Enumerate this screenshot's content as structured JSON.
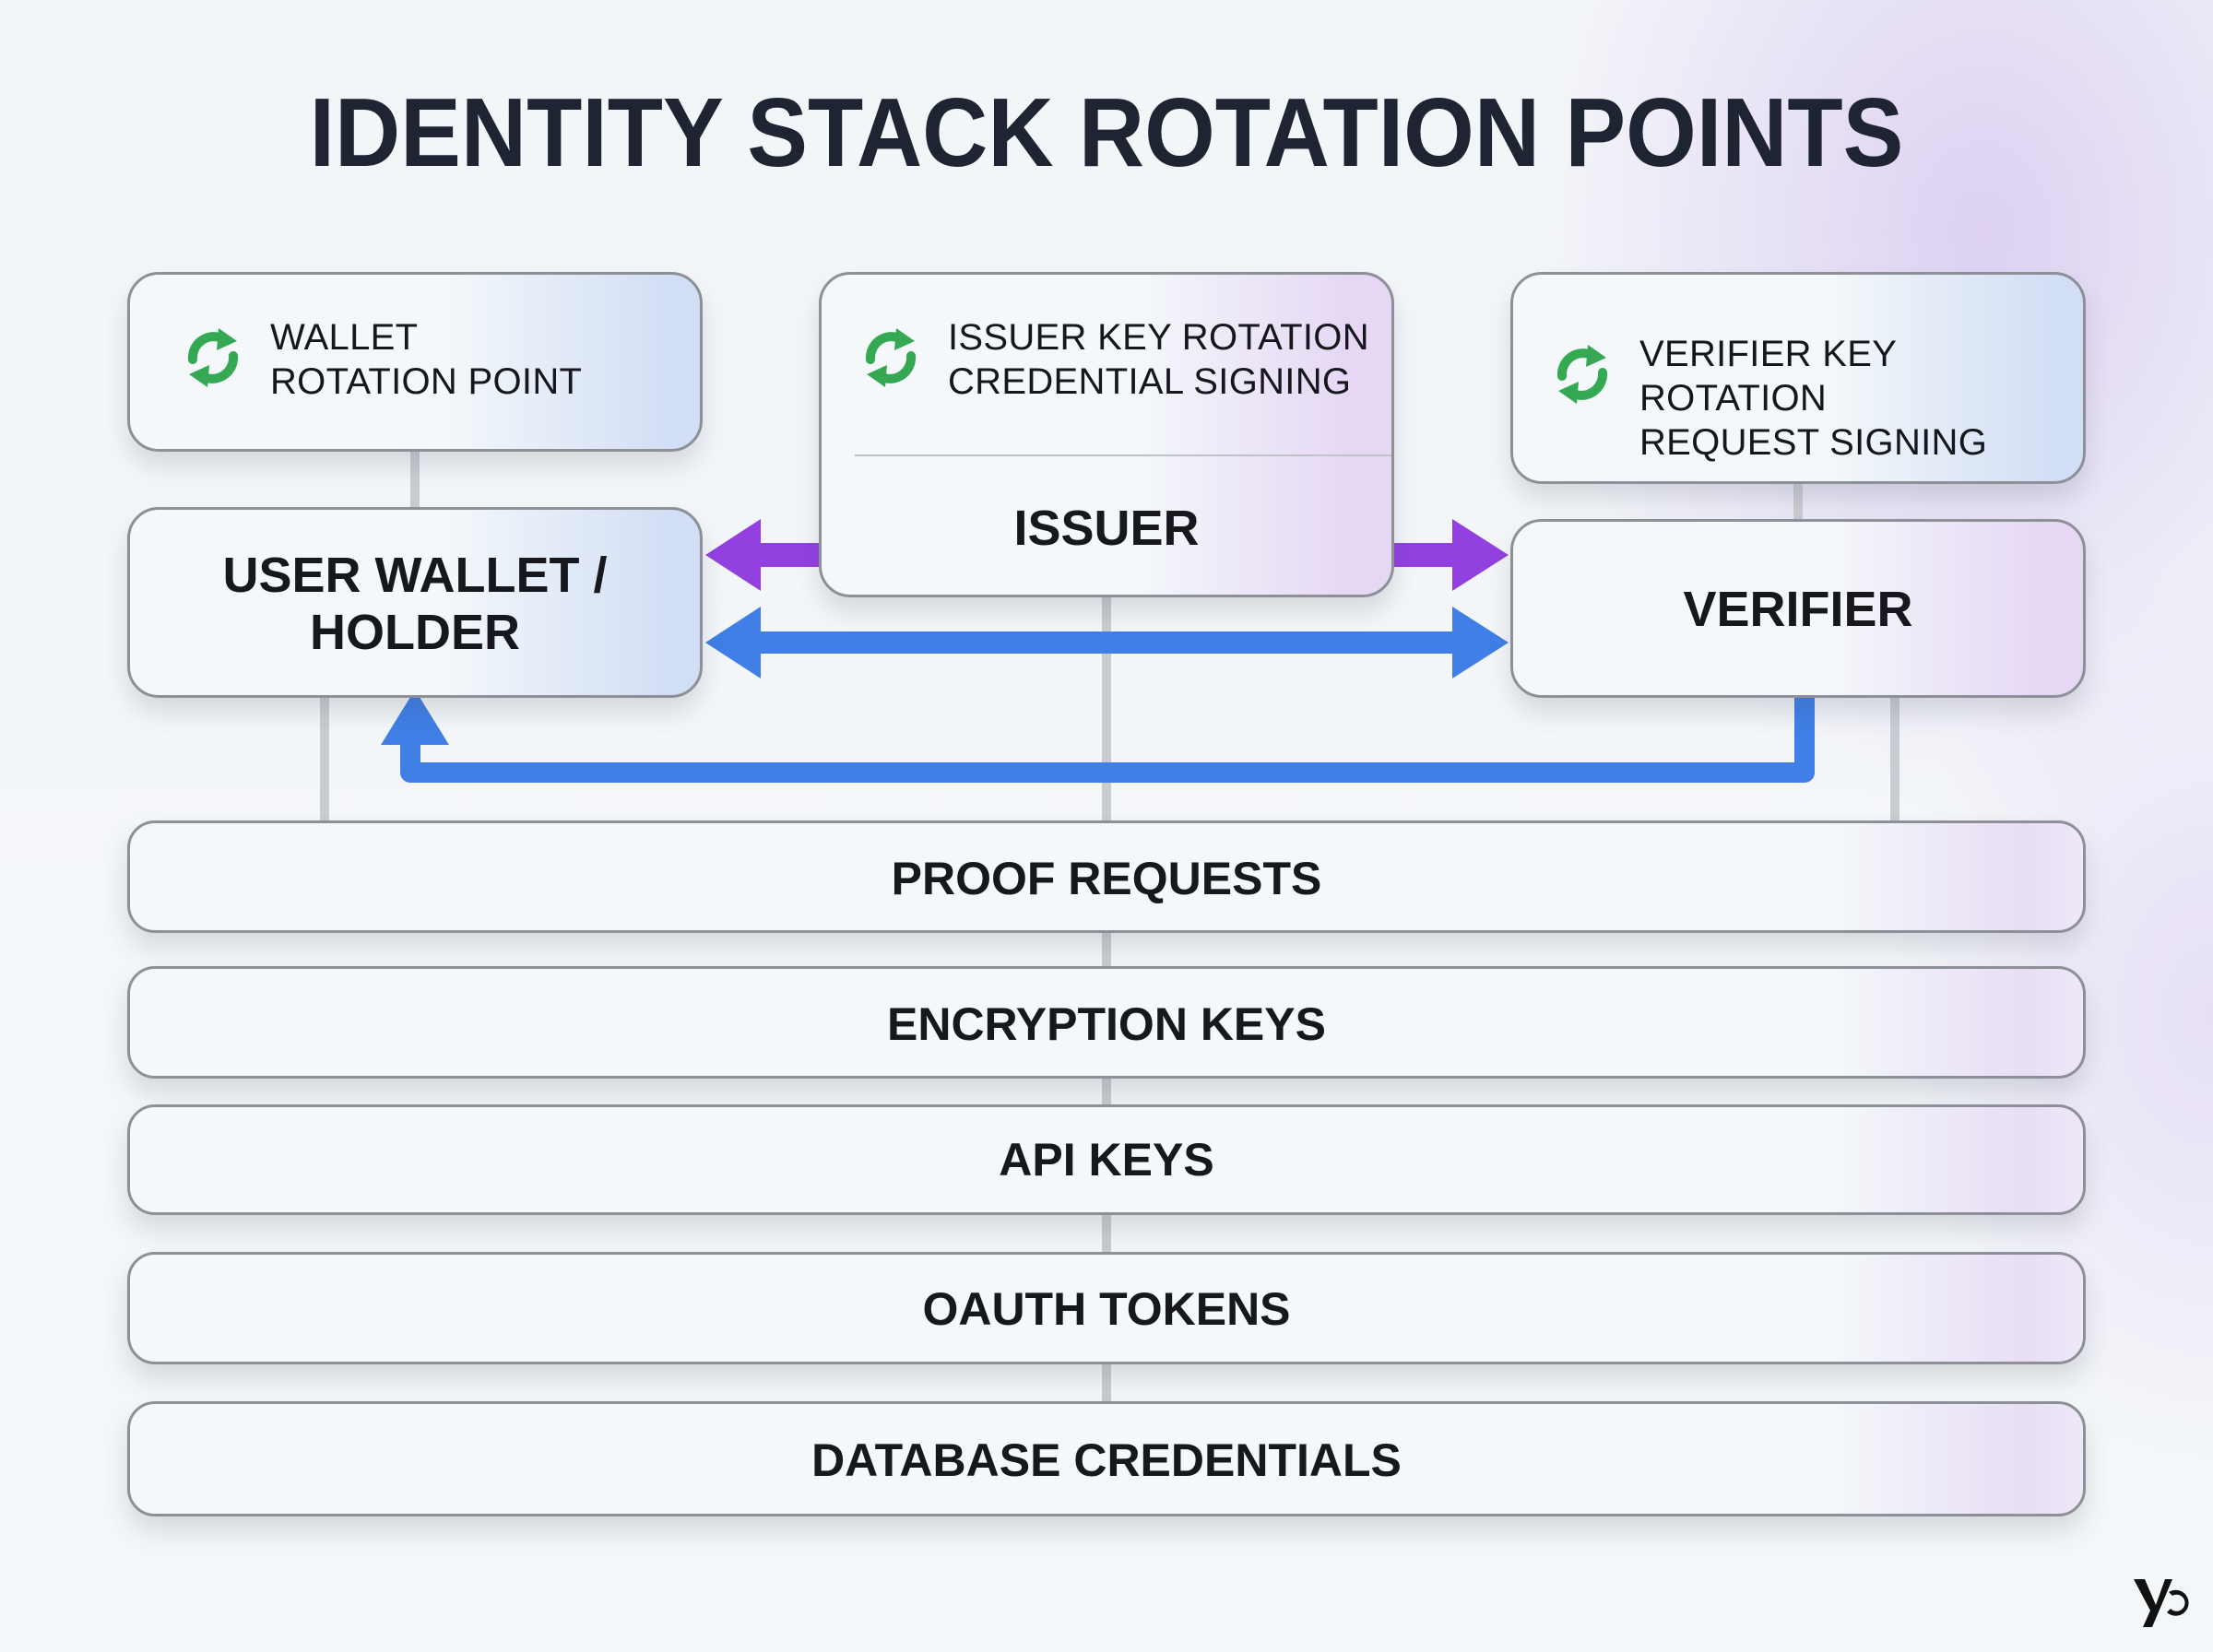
{
  "title": "IDENTITY STACK ROTATION POINTS",
  "rotation_points": {
    "wallet": {
      "icon": "refresh-icon",
      "line1": "WALLET",
      "line2": "ROTATION POINT"
    },
    "issuer": {
      "icon": "refresh-icon",
      "line1": "ISSUER KEY ROTATION",
      "line2": "CREDENTIAL SIGNING"
    },
    "verifier": {
      "icon": "refresh-icon",
      "line1": "VERIFIER KEY ROTATION",
      "line2": "REQUEST SIGNING"
    }
  },
  "nodes": {
    "holder": {
      "line1": "USER WALLET /",
      "line2": "HOLDER"
    },
    "issuer": {
      "label": "ISSUER"
    },
    "verifier": {
      "label": "VERIFIER"
    }
  },
  "flows": [
    {
      "from": "issuer",
      "to": "holder",
      "color": "#9340e0",
      "kind": "issuance"
    },
    {
      "from": "issuer",
      "to": "verifier",
      "color": "#9340e0",
      "kind": "issuance"
    },
    {
      "from": "holder",
      "to": "verifier",
      "color": "#3f7fe6",
      "kind": "bidirectional"
    },
    {
      "from": "verifier",
      "to": "holder",
      "color": "#3f7fe6",
      "kind": "return"
    }
  ],
  "layers": [
    {
      "label": "PROOF REQUESTS"
    },
    {
      "label": "ENCRYPTION KEYS"
    },
    {
      "label": "API KEYS"
    },
    {
      "label": "OAUTH TOKENS"
    },
    {
      "label": "DATABASE CREDENTIALS"
    }
  ],
  "colors": {
    "rotation_icon": "#34a853",
    "purple_arrow": "#9340e0",
    "blue_arrow": "#3f7fe6",
    "title": "#1f2433"
  },
  "logo": {
    "text": "yo",
    "icon": "brand-logo-icon"
  }
}
